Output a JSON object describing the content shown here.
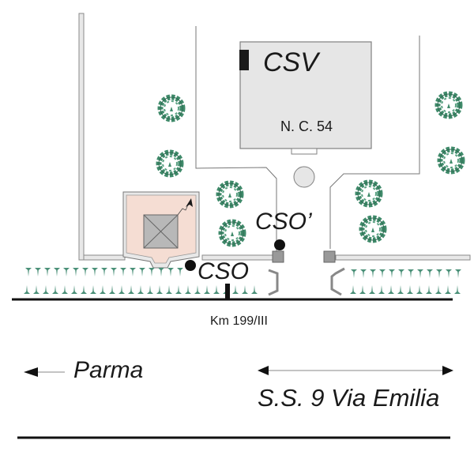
{
  "map": {
    "building": {
      "name": "CSV",
      "civic_number": "N. C. 54"
    },
    "stations": [
      {
        "id": "cso",
        "label": "CSO"
      },
      {
        "id": "cso-prime",
        "label": "CSO’"
      }
    ],
    "road": {
      "km_marker": "Km 199/III",
      "direction_label": "Parma",
      "name": "S.S. 9 Via Emilia"
    },
    "colors": {
      "building_fill": "#e6e6e6",
      "kiosk_fill": "#f5ddd3",
      "tree_green": "#3f8a6a",
      "hedge_green": "#4a9078",
      "wall_gray": "#e8e8e8",
      "road_line": "#111111"
    }
  }
}
